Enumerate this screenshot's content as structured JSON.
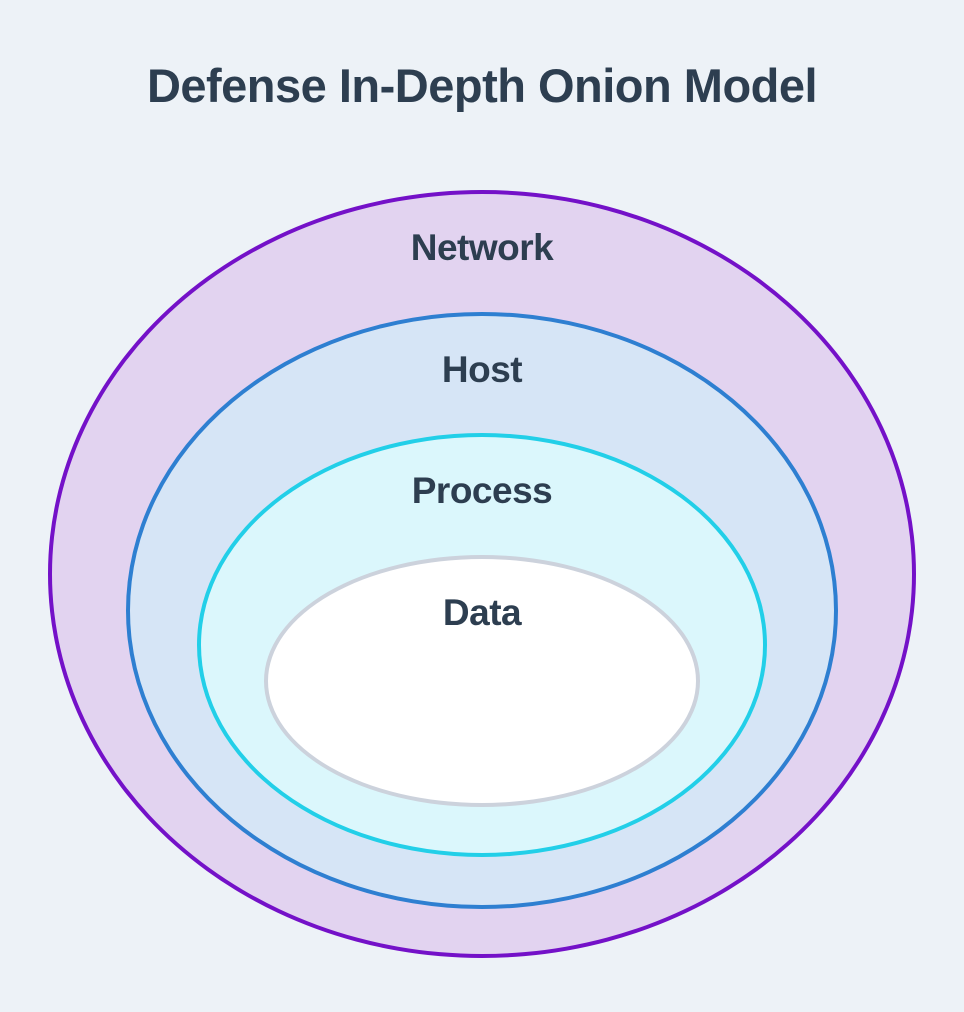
{
  "title": "Defense In-Depth Onion Model",
  "colors": {
    "background": "#edf2f7",
    "text": "#2d3e50"
  },
  "layers": [
    {
      "id": "network",
      "label": "Network",
      "border_color": "#7411c8",
      "fill_color": "#e2d3f0"
    },
    {
      "id": "host",
      "label": "Host",
      "border_color": "#2e7fd1",
      "fill_color": "#d6e5f6"
    },
    {
      "id": "process",
      "label": "Process",
      "border_color": "#22cfe8",
      "fill_color": "#dbf7fc"
    },
    {
      "id": "data",
      "label": "Data",
      "border_color": "#ccd2dc",
      "fill_color": "#ffffff"
    }
  ]
}
